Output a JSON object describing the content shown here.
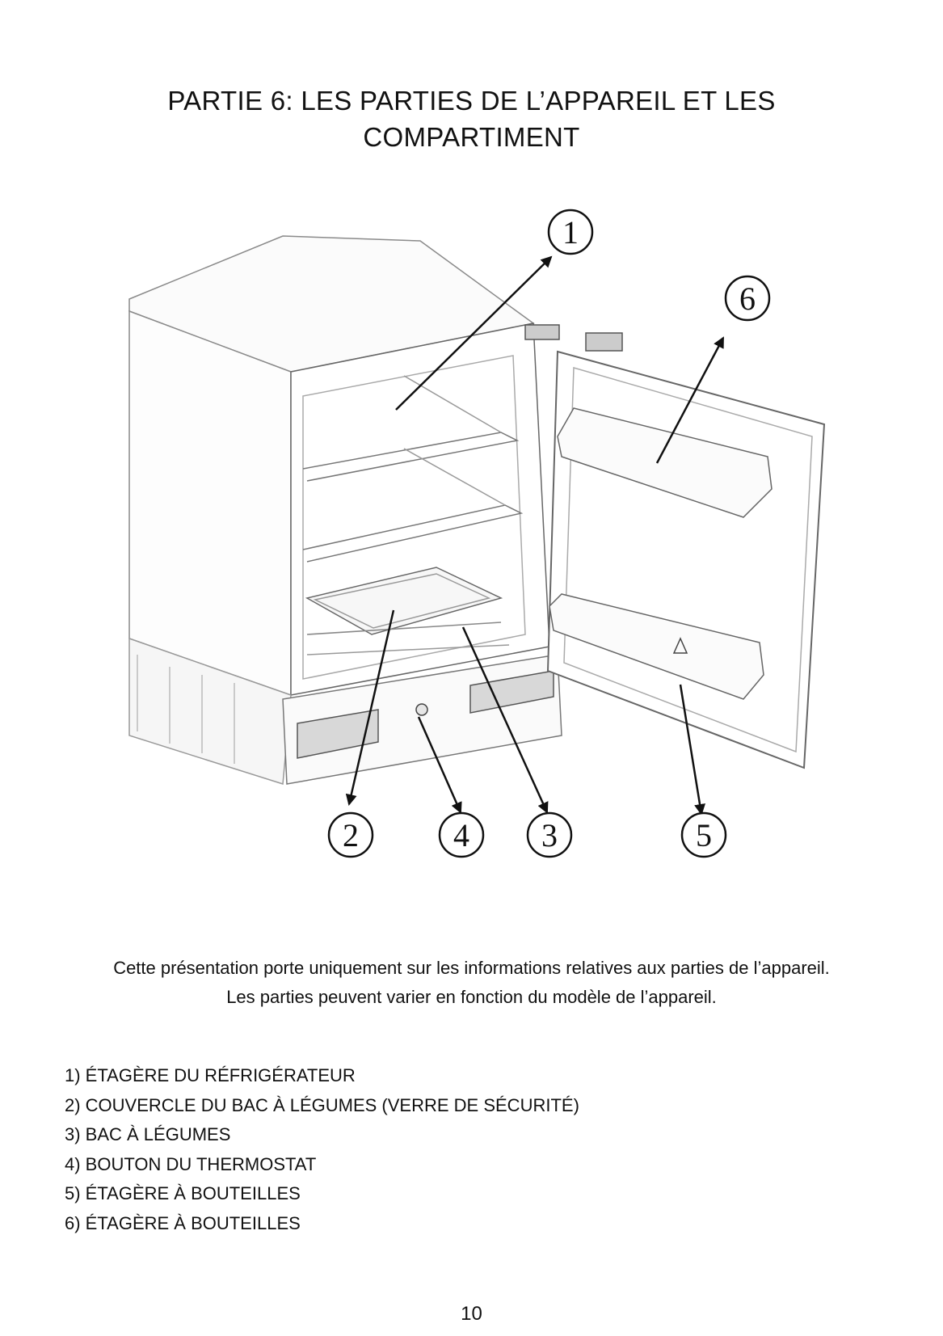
{
  "title": {
    "line1": "PARTIE 6:  LES PARTIES DE L’APPAREIL ET LES",
    "line2": "COMPARTIMENT"
  },
  "figure": {
    "callouts": [
      "1",
      "6",
      "2",
      "4",
      "3",
      "5"
    ],
    "icon": "refrigerator-line-drawing-icon"
  },
  "caption": {
    "line1": "Cette présentation porte uniquement sur les informations relatives aux parties de l’appareil.",
    "line2": "Les parties peuvent varier en fonction du modèle de l’appareil."
  },
  "parts": [
    "1) ÉTAGÈRE DU RÉFRIGÉRATEUR",
    "2) COUVERCLE DU BAC À LÉGUMES (VERRE DE SÉCURITÉ)",
    "3) BAC À LÉGUMES",
    "4) BOUTON DU THERMOSTAT",
    "5) ÉTAGÈRE À BOUTEILLES",
    "6) ÉTAGÈRE À BOUTEILLES"
  ],
  "page_number": "10"
}
